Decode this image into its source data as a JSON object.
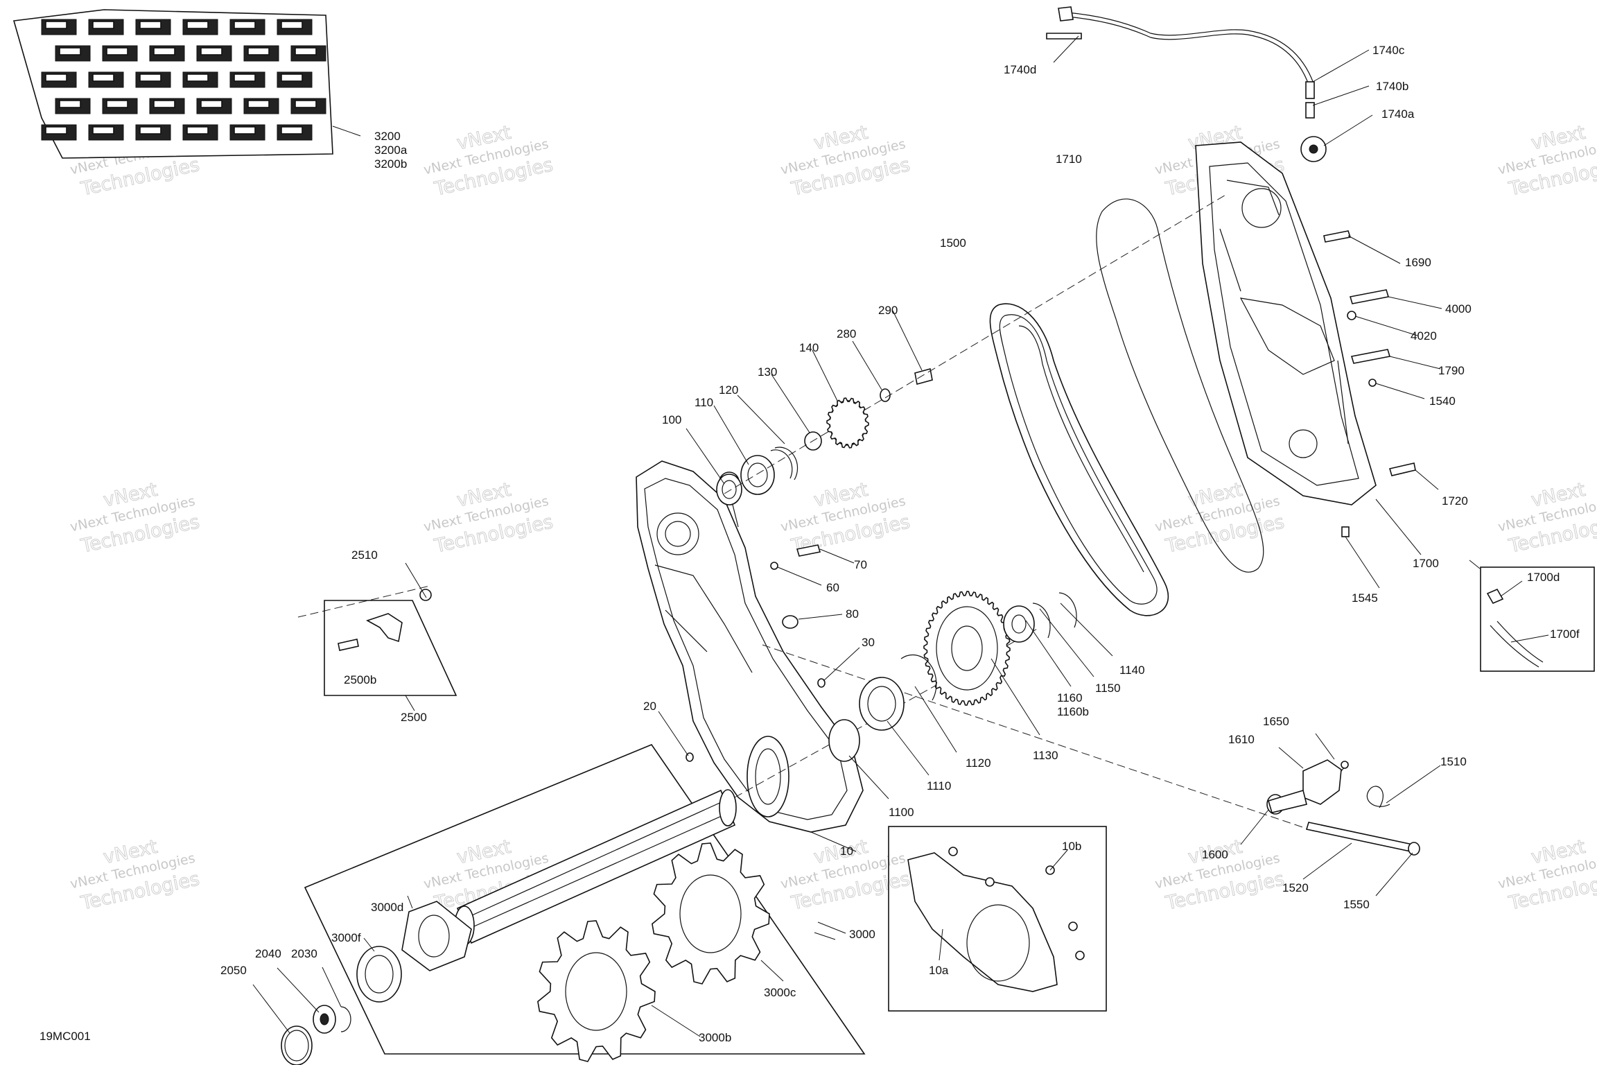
{
  "figure_code": "19MC001",
  "watermark": {
    "line1": "vNext Technologies",
    "line2": "Technologies",
    "stamp": "vNext"
  },
  "callouts": {
    "c3200": "3200",
    "c3200a": "3200a",
    "c3200b": "3200b",
    "c1740d": "1740d",
    "c1740c": "1740c",
    "c1740b": "1740b",
    "c1740a": "1740a",
    "c1710": "1710",
    "c1500": "1500",
    "c1690": "1690",
    "c4000": "4000",
    "c4020": "4020",
    "c1790": "1790",
    "c1540": "1540",
    "c1720": "1720",
    "c1700": "1700",
    "c1545": "1545",
    "c1700d": "1700d",
    "c1700f": "1700f",
    "c290": "290",
    "c280": "280",
    "c140": "140",
    "c130": "130",
    "c120": "120",
    "c110": "110",
    "c100": "100",
    "c70": "70",
    "c60": "60",
    "c80": "80",
    "c30": "30",
    "c20": "20",
    "c2510": "2510",
    "c2500b": "2500b",
    "c2500": "2500",
    "c1160": "1160",
    "c1160b": "1160b",
    "c1150": "1150",
    "c1140": "1140",
    "c1130": "1130",
    "c1120": "1120",
    "c1110": "1110",
    "c1100": "1100",
    "c1650": "1650",
    "c1610": "1610",
    "c1510": "1510",
    "c1600": "1600",
    "c1520": "1520",
    "c1550": "1550",
    "c10": "10",
    "c10b": "10b",
    "c10a": "10a",
    "c3000": "3000",
    "c3000d": "3000d",
    "c3000f": "3000f",
    "c3000c": "3000c",
    "c3000b": "3000b",
    "c2040": "2040",
    "c2030": "2030",
    "c2050": "2050"
  }
}
